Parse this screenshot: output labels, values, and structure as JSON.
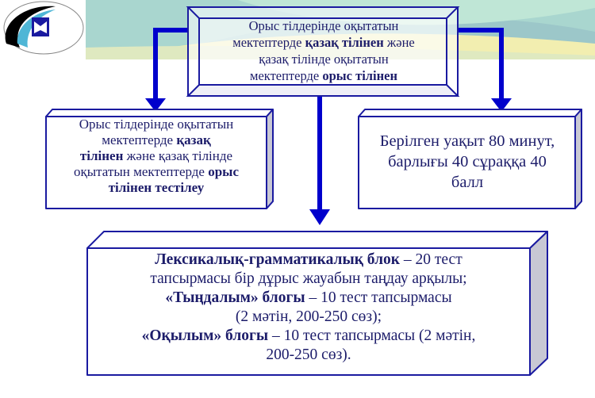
{
  "colors": {
    "arrow": "#0000cc",
    "border": "#1a1aa0",
    "text": "#1c1c6a"
  },
  "logo": {
    "icon": "book-emblem-icon"
  },
  "top_box": {
    "lines": [
      [
        {
          "t": "Орыс тілдерінде оқытатын"
        }
      ],
      [
        {
          "t": "мектептерде "
        },
        {
          "t": "қазақ тілінен",
          "b": true
        },
        {
          "t": " және"
        }
      ],
      [
        {
          "t": "қазақ тілінде оқытатын"
        }
      ],
      [
        {
          "t": "мектептерде "
        },
        {
          "t": "орыс тілінен",
          "b": true
        }
      ]
    ]
  },
  "left_box": {
    "lines": [
      [
        {
          "t": "Орыс тілдерінде оқытатын"
        }
      ],
      [
        {
          "t": "мектептерде "
        },
        {
          "t": "қазақ",
          "b": true
        }
      ],
      [
        {
          "t": "тілінен",
          "b": true
        },
        {
          "t": " және қазақ тілінде"
        }
      ],
      [
        {
          "t": "оқытатын мектептерде "
        },
        {
          "t": "орыс",
          "b": true
        }
      ],
      [
        {
          "t": "тілінен тестілеу",
          "b": true
        }
      ]
    ]
  },
  "right_box": {
    "lines": [
      [
        {
          "t": "Берілген уақыт 80 минут,"
        }
      ],
      [
        {
          "t": "барлығы 40 сұраққа 40"
        }
      ],
      [
        {
          "t": "балл"
        }
      ]
    ]
  },
  "bottom_box": {
    "lines": [
      [
        {
          "t": "Лексикалық-грамматикалық блок",
          "b": true
        },
        {
          "t": " – 20 тест"
        }
      ],
      [
        {
          "t": "тапсырмасы бір дұрыс жауабын таңдау арқылы;"
        }
      ],
      [
        {
          "t": "«Тыңдалым» блогы",
          "b": true
        },
        {
          "t": " – 10 тест тапсырмасы"
        }
      ],
      [
        {
          "t": "(2 мәтін, 200-250 сөз);"
        }
      ],
      [
        {
          "t": "«Оқылым» блогы",
          "b": true
        },
        {
          "t": " – 10 тест  тапсырмасы  (2 мәтін,"
        }
      ],
      [
        {
          "t": "200-250 сөз)."
        }
      ]
    ]
  }
}
